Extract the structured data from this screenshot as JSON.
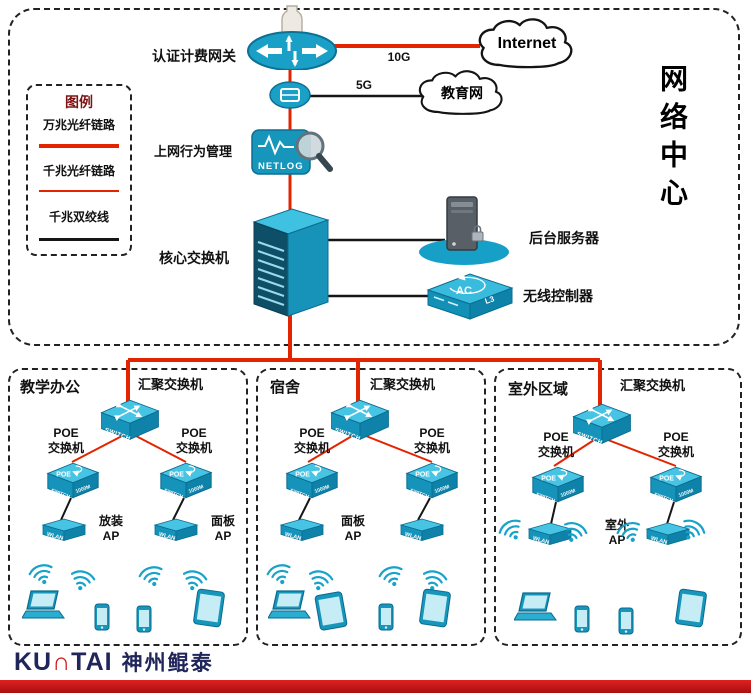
{
  "network_center": {
    "title": "网络中心",
    "labels": {
      "gateway": "认证计费网关",
      "behavior": "上网行为管理",
      "core_switch": "核心交换机",
      "server": "后台服务器",
      "controller": "无线控制器"
    },
    "internet": {
      "name": "Internet",
      "link": "10G"
    },
    "edu_net": {
      "name": "教育网",
      "link": "5G"
    },
    "device_text": {
      "netlog": "NETLOG",
      "ac": "AC",
      "l3": "L3"
    }
  },
  "legend": {
    "title": "图例",
    "items": [
      {
        "label": "万兆光纤链路",
        "style": "red-thick"
      },
      {
        "label": "千兆光纤链路",
        "style": "red-thin"
      },
      {
        "label": "千兆双绞线",
        "style": "black"
      }
    ]
  },
  "icon_text": {
    "switch": "SWITCH",
    "poe": "POE",
    "speed": "1000M",
    "wlan": "WLAN"
  },
  "sections": [
    {
      "title": "教学办公",
      "agg": "汇聚交换机",
      "poe": "POE\n交换机",
      "ap1": "放装\nAP",
      "ap2": "面板\nAP"
    },
    {
      "title": "宿舍",
      "agg": "汇聚交换机",
      "poe": "POE\n交换机",
      "ap1": "面板\nAP"
    },
    {
      "title": "室外区域",
      "agg": "汇聚交换机",
      "poe": "POE\n交换机",
      "ap1": "室外\nAP"
    }
  ],
  "footer": {
    "logo_k": "KU",
    "logo_n": "∩",
    "logo_t": "TAI",
    "logo_cn": "神州鲲泰"
  }
}
